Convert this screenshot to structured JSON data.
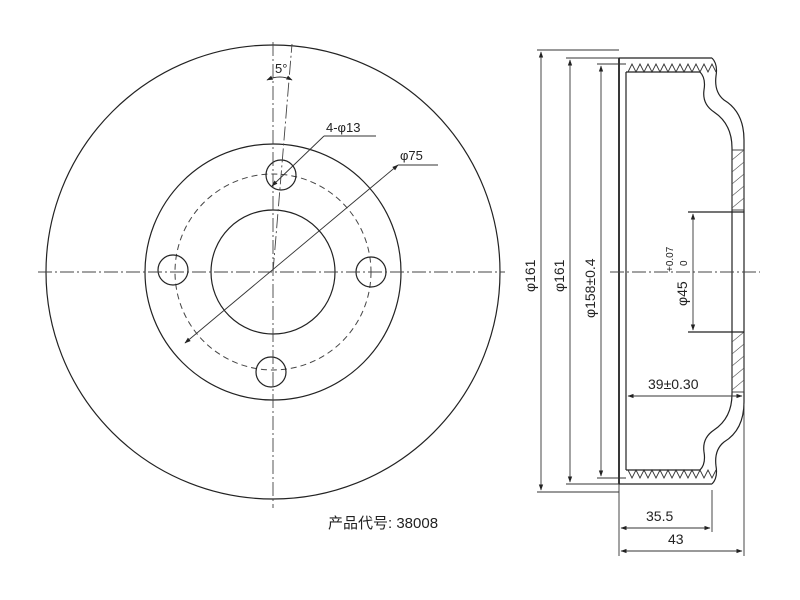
{
  "front_view": {
    "angle_label": "5°",
    "holes_label": "4-φ13",
    "pcd_label": "φ75"
  },
  "side_view": {
    "dim_outer_1": "φ161",
    "dim_outer_2": "φ161",
    "dim_inner": "φ158±0.4",
    "dim_center_bore_base": "φ45",
    "dim_center_bore_tol_upper": "+0.07",
    "dim_center_bore_tol_lower": "0",
    "dim_depth": "39±0.30",
    "dim_height_1": "35.5",
    "dim_height_2": "43"
  },
  "caption": {
    "product_code": "产品代号: 38008"
  }
}
